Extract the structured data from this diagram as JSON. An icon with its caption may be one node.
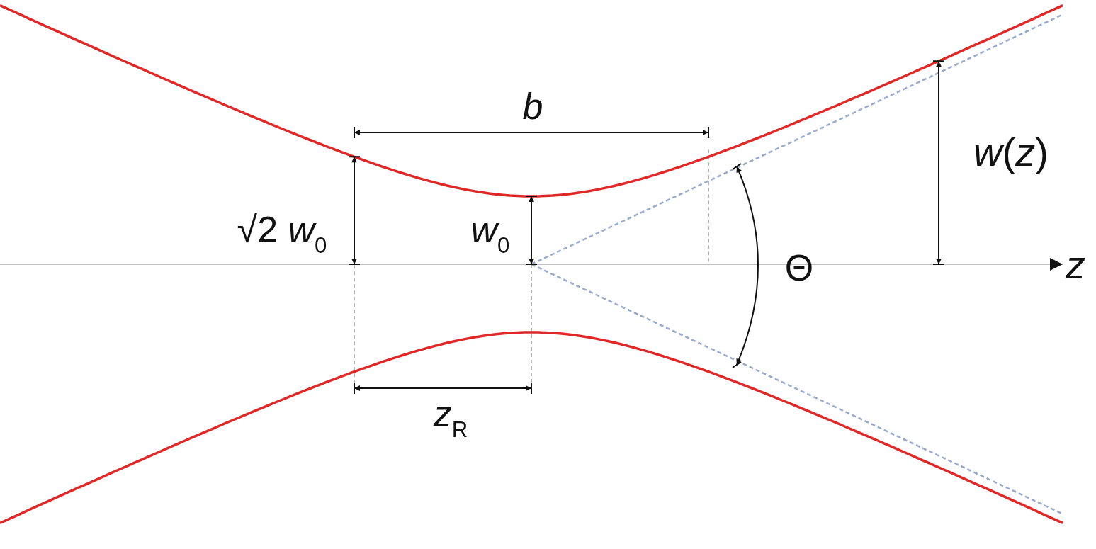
{
  "diagram": {
    "labels": [
      "*b*",
      "*w*(*z*)",
      "√2 *w*$_{0}$",
      "*w*$_{0}$",
      "Θ",
      "*z*",
      "*z*$_{R}$"
    ]
  }
}
